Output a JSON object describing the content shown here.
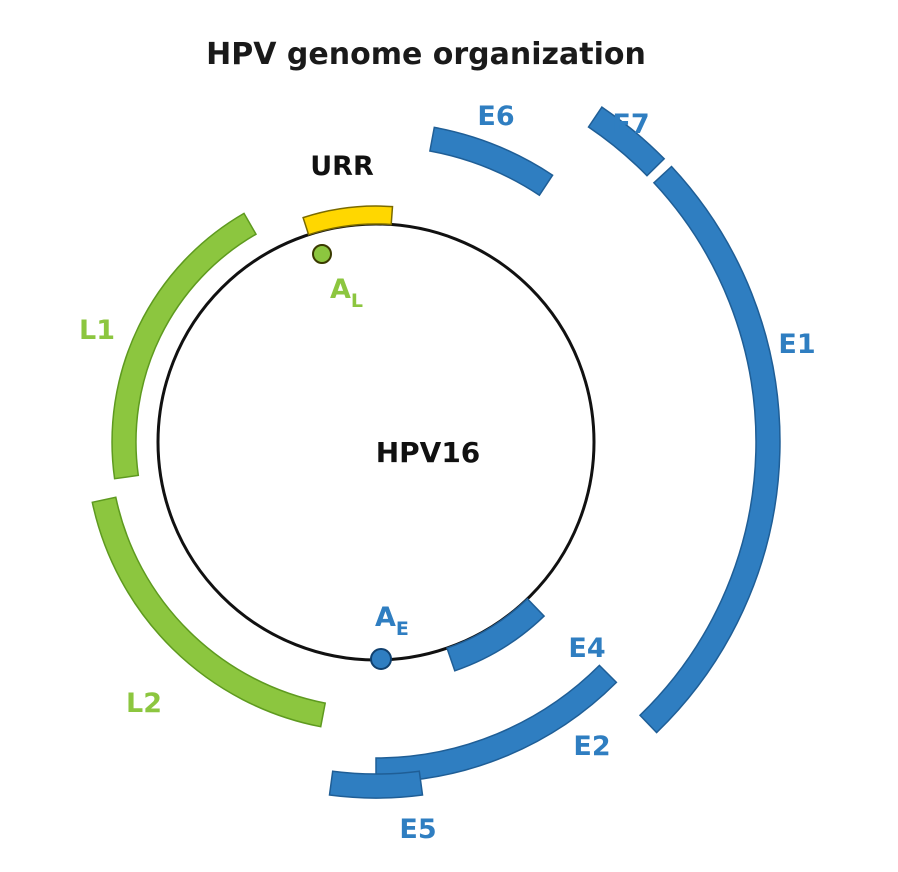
{
  "title": "HPV genome organization",
  "plasmid": {
    "name": "HPV16",
    "urr_label": "URR",
    "promoters": [
      {
        "main": "A",
        "sub": "L",
        "color": "#8cc63f"
      },
      {
        "main": "A",
        "sub": "E",
        "color": "#2f7ec1"
      }
    ]
  },
  "colors": {
    "early": "#2f7ec1",
    "early_stroke": "#1f5e96",
    "late": "#8cc63f",
    "late_stroke": "#5e9a1f",
    "urr": "#ffd700",
    "urr_stroke": "#7a6a00",
    "backbone": "#111111"
  },
  "genes": [
    {
      "label": "E6",
      "kind": "early"
    },
    {
      "label": "E7",
      "kind": "early"
    },
    {
      "label": "E1",
      "kind": "early"
    },
    {
      "label": "E2",
      "kind": "early"
    },
    {
      "label": "E4",
      "kind": "early"
    },
    {
      "label": "E5",
      "kind": "early"
    },
    {
      "label": "L2",
      "kind": "late"
    },
    {
      "label": "L1",
      "kind": "late"
    }
  ]
}
